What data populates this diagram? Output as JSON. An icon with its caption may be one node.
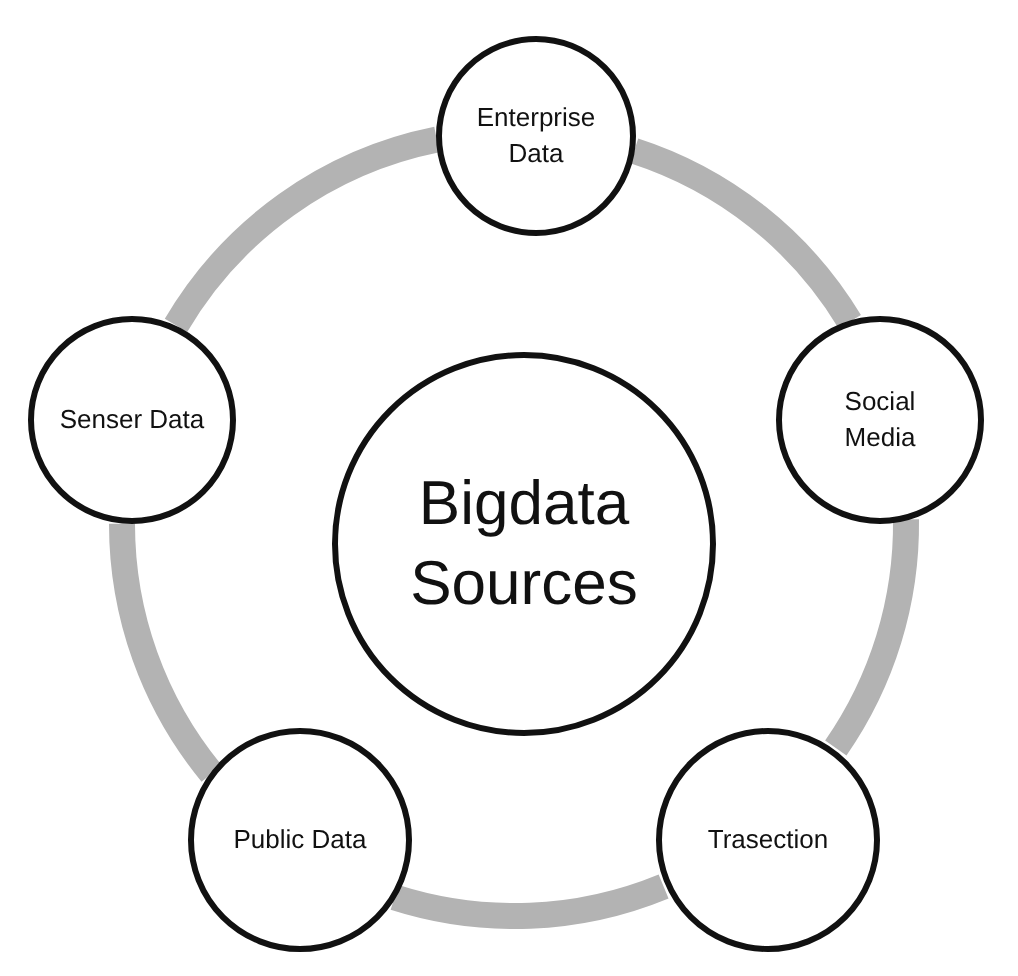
{
  "diagram": {
    "nodes": [
      {
        "text": [
          "Enterprise Data"
        ]
      },
      {
        "text": [
          "Senser Data"
        ]
      },
      {
        "text": [
          "Bigdata Sources"
        ]
      },
      {
        "text": [
          "Social Media"
        ]
      },
      {
        "text": [
          "Public Data"
        ]
      },
      {
        "text": [
          "Trasection"
        ]
      }
    ],
    "edges": [
      {
        "from": 0,
        "to": 3,
        "arrow": "none"
      },
      {
        "from": 3,
        "to": 5,
        "arrow": "none"
      },
      {
        "from": 5,
        "to": 4,
        "arrow": "none"
      },
      {
        "from": 4,
        "to": 1,
        "arrow": "none"
      },
      {
        "from": 1,
        "to": 0,
        "arrow": "none"
      }
    ]
  }
}
